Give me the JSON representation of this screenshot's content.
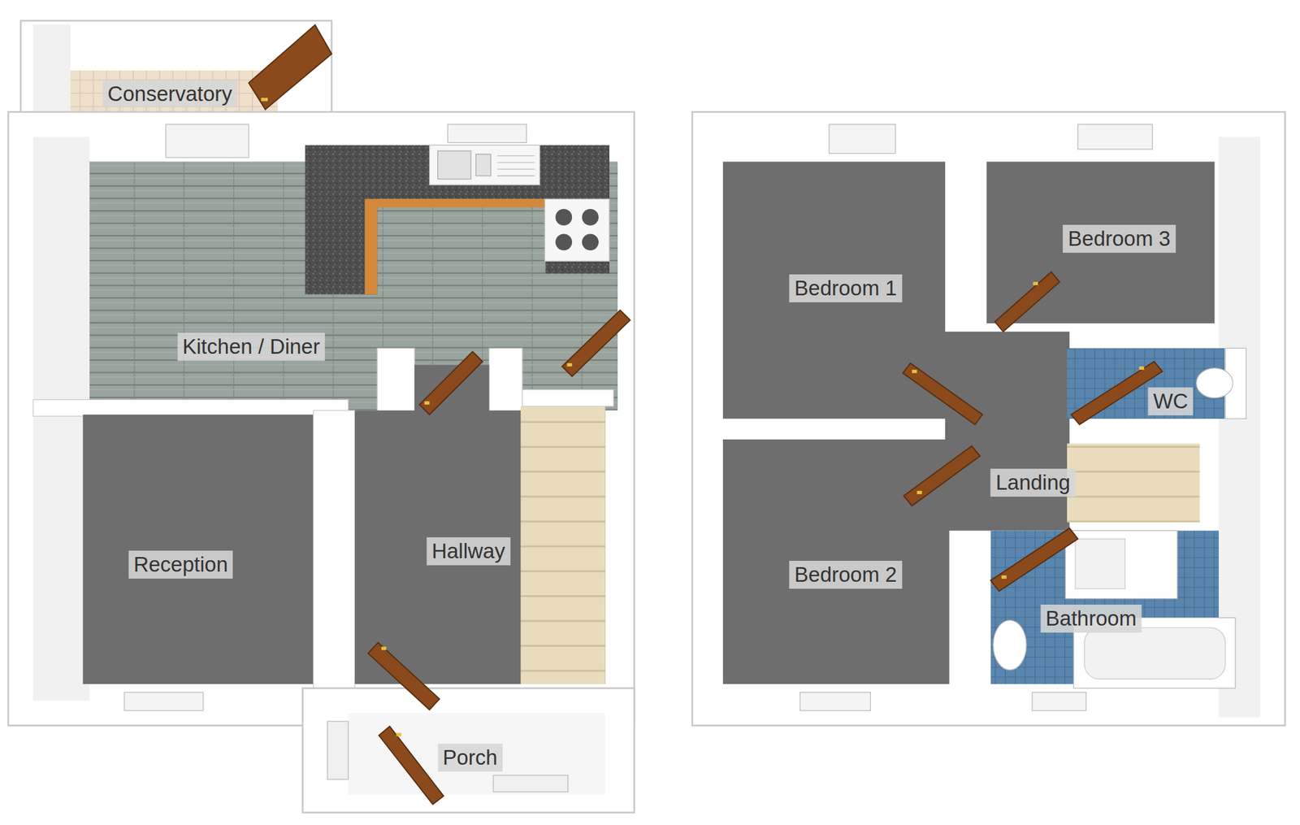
{
  "diagram": {
    "nodes": [
      {
        "text": [
          "Conservatory"
        ]
      },
      {
        "text": [
          "Kitchen / Diner"
        ]
      },
      {
        "text": [
          "Reception"
        ]
      },
      {
        "text": [
          "Hallway"
        ]
      },
      {
        "text": [
          "Porch"
        ]
      },
      {
        "text": [
          "Bedroom 1"
        ]
      },
      {
        "text": [
          "Bedroom 3"
        ]
      },
      {
        "text": [
          "WC"
        ]
      },
      {
        "text": [
          "Landing"
        ]
      },
      {
        "text": [
          "Bedroom 2"
        ]
      },
      {
        "text": [
          "Bathroom"
        ]
      }
    ]
  }
}
